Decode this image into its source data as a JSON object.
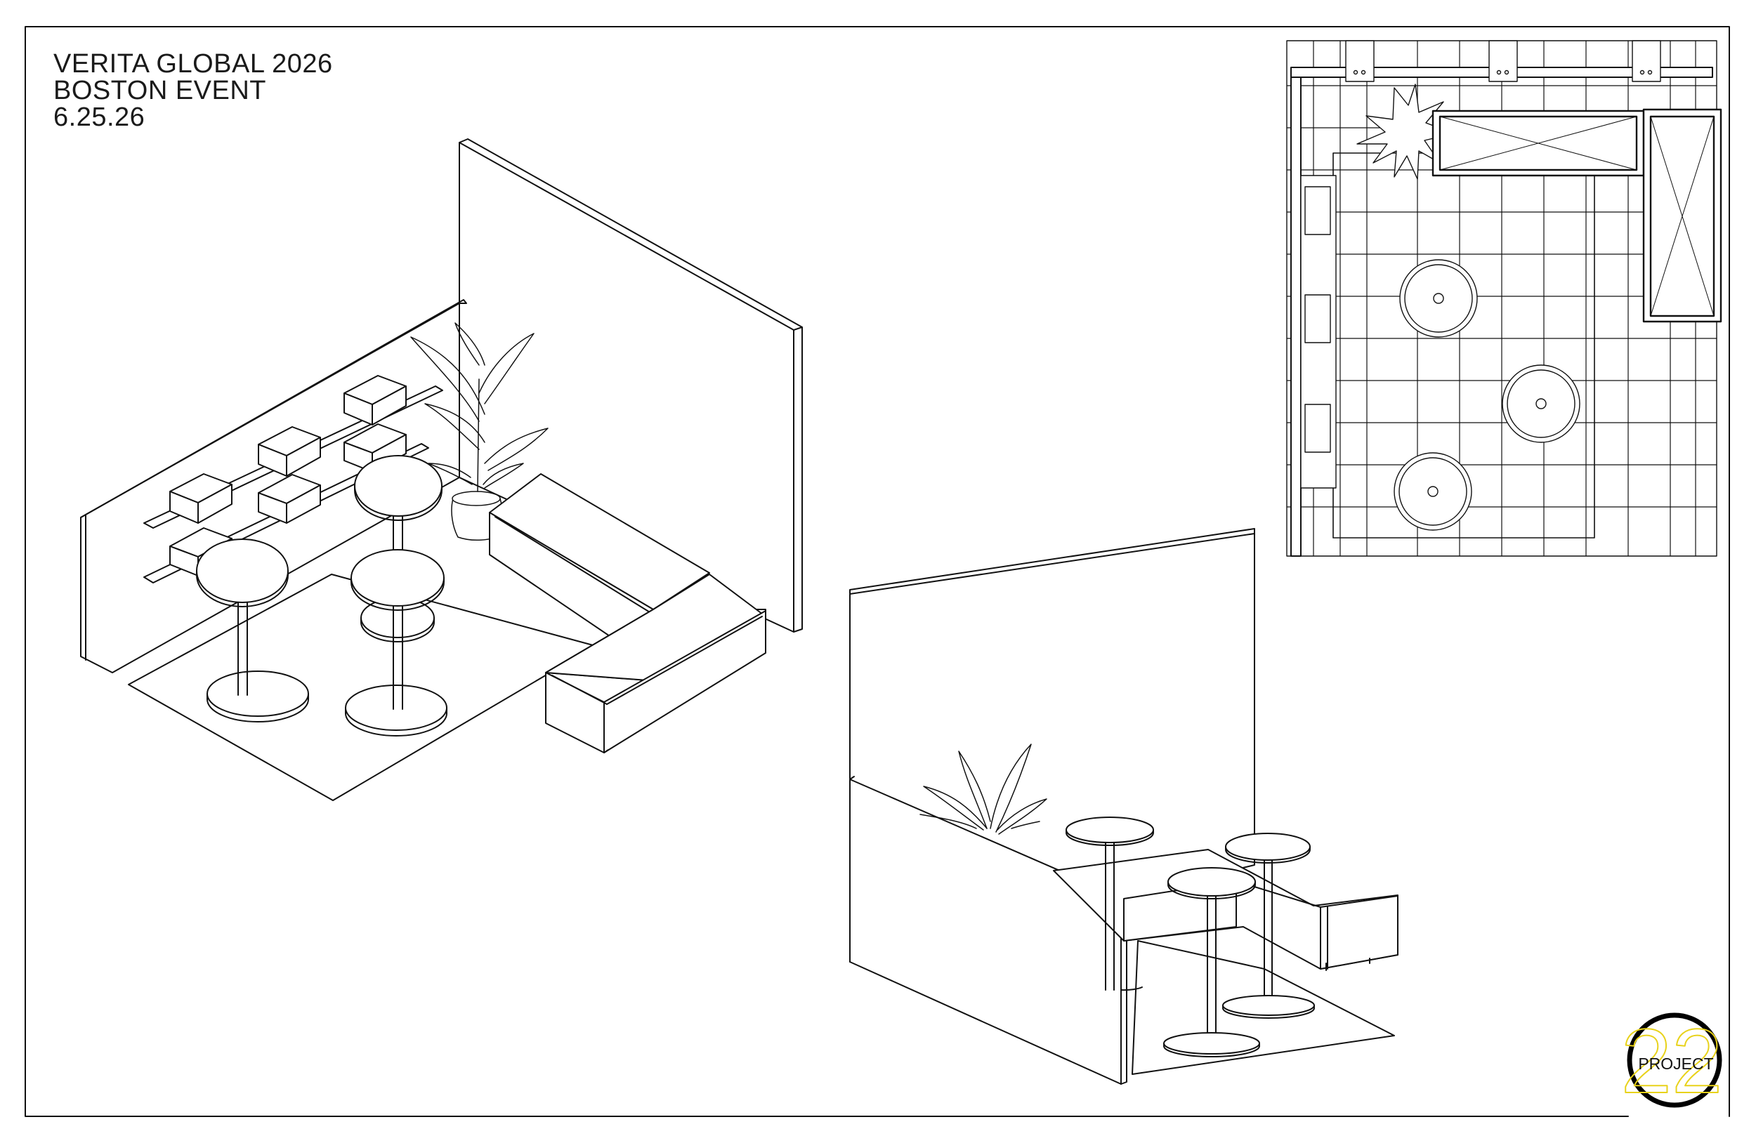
{
  "title_block": {
    "line1": "VERITA GLOBAL 2026",
    "line2": "BOSTON EVENT",
    "line3": "6.25.26"
  },
  "logo": {
    "number": "22",
    "word": "PROJECT",
    "ring_color": "#000000",
    "number_color": "#e8d21a"
  },
  "colors": {
    "line": "#111111",
    "paper": "#ffffff"
  },
  "views": [
    {
      "name": "isometric-view-1"
    },
    {
      "name": "isometric-view-2"
    },
    {
      "name": "floor-plan"
    }
  ]
}
